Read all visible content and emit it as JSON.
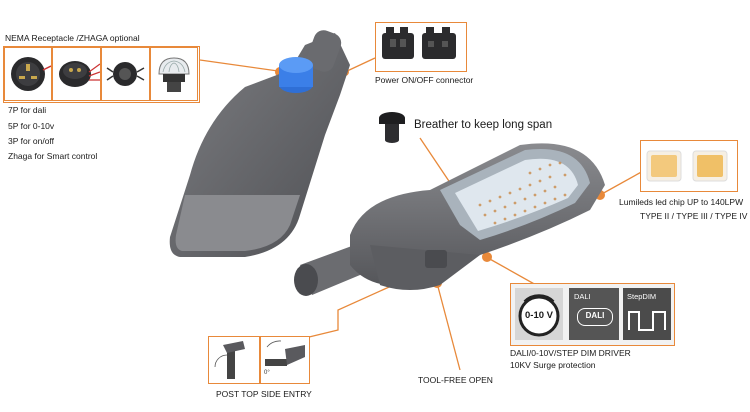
{
  "nema": {
    "title": "NEMA Receptacle /ZHAGA optional",
    "lines": [
      "7P for dali",
      "5P for 0-10v",
      "3P for on/off",
      "Zhaga  for Smart control"
    ]
  },
  "power": {
    "label": "Power  ON/OFF connector"
  },
  "breather": {
    "label": "Breather to keep long span"
  },
  "led": {
    "label": "Lumileds led chip UP to 140LPW",
    "types": "TYPE II / TYPE III / TYPE IV"
  },
  "driver": {
    "badge1": "0-10 V",
    "badge2_title": "DALI",
    "badge2_logo": "DALI",
    "badge3_title": "StepDIM",
    "line1": "DALI/0-10V/STEP DIM DRIVER",
    "line2": "10KV Surge protection"
  },
  "mount": {
    "post_top": "POST TOP",
    "side_entry": "SIDE ENTRY",
    "angle": "0°"
  },
  "toolfree": {
    "label": "TOOL-FREE OPEN"
  },
  "colors": {
    "accent": "#e8893a",
    "housing": "#6f7074",
    "dark": "#3b3b3d"
  }
}
